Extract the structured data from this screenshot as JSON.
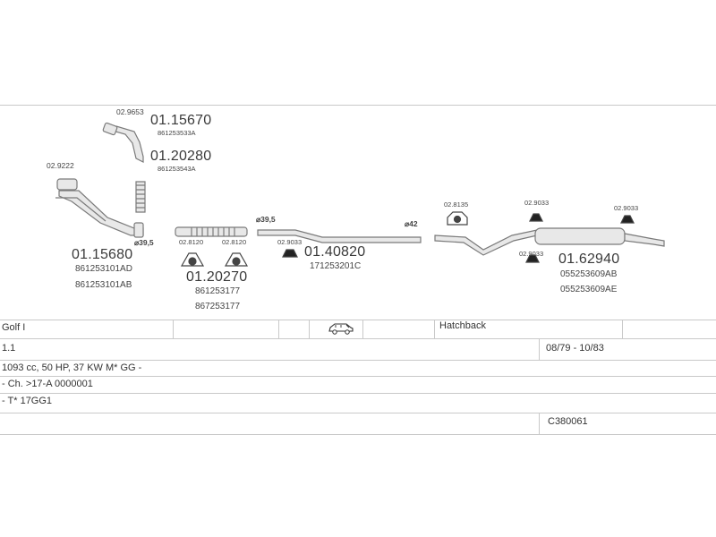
{
  "parts": {
    "clamp_top": "02.9653",
    "code_015670": "01.15670",
    "oem_861253533A": "861253533A",
    "code_012028": "01.20280",
    "oem_861253543A": "861253543A",
    "clamp_left": "02.9222",
    "code_015680": "01.15680",
    "oem_8612531101AD": "861253101AD",
    "oem_8612531101AB": "861253101AB",
    "dim_395_a": "⌀39,5",
    "clamp_8120_a": "02.8120",
    "clamp_8120_b": "02.8120",
    "code_012027": "01.20270",
    "oem_861253177": "861253177",
    "oem_867253177": "867253177",
    "dim_395_b": "⌀39,5",
    "clamp_9033_mid": "02.9033",
    "code_014082": "01.40820",
    "oem_171253201C": "171253201C",
    "dim_42": "⌀42",
    "clamp_8135": "02.8135",
    "clamp_9033_r1": "02.9033",
    "clamp_9033_r2": "02.9033",
    "clamp_9033_r3": "02.9033",
    "code_016294": "01.62940",
    "oem_055253609AB": "055253609AB",
    "oem_055253609AE": "055253609AE"
  },
  "table": {
    "model": "Golf I",
    "body_type": "Hatchback",
    "engine": "1.1",
    "years": "08/79 - 10/83",
    "spec": "1093 cc, 50 HP, 37 KW M* GG -",
    "chassis": "- Ch. >17-A 0000001",
    "type": "- T* 17GG1",
    "ref": "C380061"
  },
  "icons": {
    "vehicle": "car-icon"
  },
  "colors": {
    "line": "#c9c9c9",
    "pipe": "#7a7a7a",
    "pipe_fill": "#e6e6e6"
  }
}
